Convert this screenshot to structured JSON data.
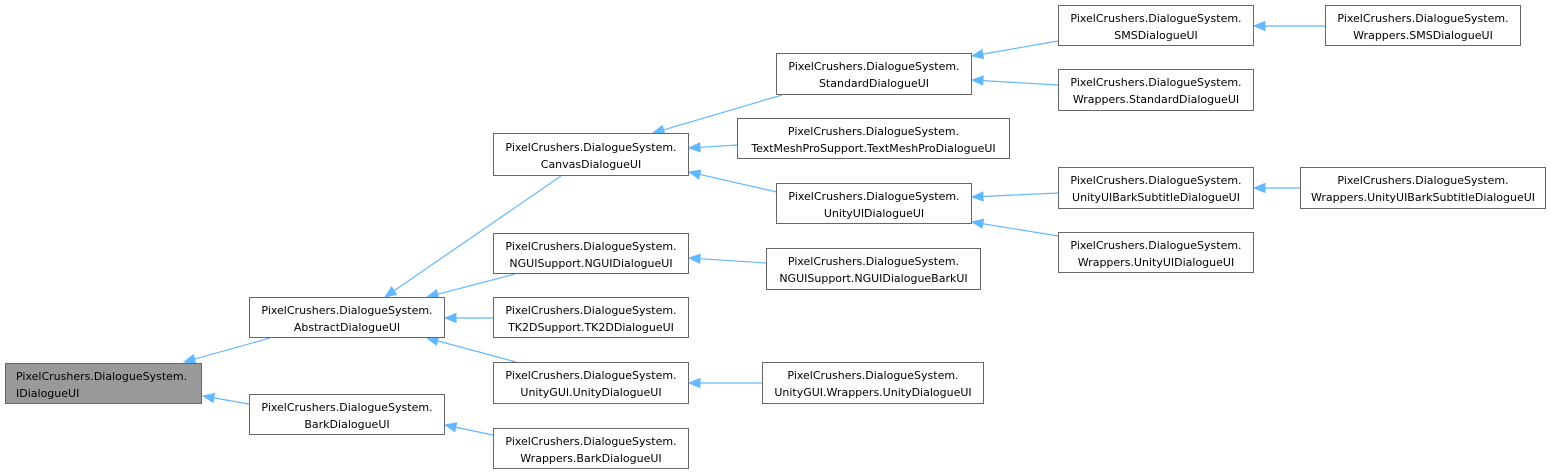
{
  "diagram": {
    "nodes": [
      {
        "id": "IDialogueUI",
        "line1": "PixelCrushers.DialogueSystem.",
        "line2": "IDialogueUI",
        "root": true
      },
      {
        "id": "AbstractDialogueUI",
        "line1": "PixelCrushers.DialogueSystem.",
        "line2": "AbstractDialogueUI"
      },
      {
        "id": "BarkDialogueUI",
        "line1": "PixelCrushers.DialogueSystem.",
        "line2": "BarkDialogueUI"
      },
      {
        "id": "CanvasDialogueUI",
        "line1": "PixelCrushers.DialogueSystem.",
        "line2": "CanvasDialogueUI"
      },
      {
        "id": "NGUIDialogueUI",
        "line1": "PixelCrushers.DialogueSystem.",
        "line2": "NGUISupport.NGUIDialogueUI"
      },
      {
        "id": "TK2DDialogueUI",
        "line1": "PixelCrushers.DialogueSystem.",
        "line2": "TK2DSupport.TK2DDialogueUI"
      },
      {
        "id": "UnityGUIDialogueUI",
        "line1": "PixelCrushers.DialogueSystem.",
        "line2": "UnityGUI.UnityDialogueUI"
      },
      {
        "id": "WrappersBarkDialogueUI",
        "line1": "PixelCrushers.DialogueSystem.",
        "line2": "Wrappers.BarkDialogueUI"
      },
      {
        "id": "StandardDialogueUI",
        "line1": "PixelCrushers.DialogueSystem.",
        "line2": "StandardDialogueUI"
      },
      {
        "id": "TextMeshProDialogueUI",
        "line1": "PixelCrushers.DialogueSystem.",
        "line2": "TextMeshProSupport.TextMeshProDialogueUI"
      },
      {
        "id": "UnityUIDialogueUI",
        "line1": "PixelCrushers.DialogueSystem.",
        "line2": "UnityUIDialogueUI"
      },
      {
        "id": "NGUIDialogueBarkUI",
        "line1": "PixelCrushers.DialogueSystem.",
        "line2": "NGUISupport.NGUIDialogueBarkUI"
      },
      {
        "id": "UnityGUIWrappersUnityDialogueUI",
        "line1": "PixelCrushers.DialogueSystem.",
        "line2": "UnityGUI.Wrappers.UnityDialogueUI"
      },
      {
        "id": "SMSDialogueUI",
        "line1": "PixelCrushers.DialogueSystem.",
        "line2": "SMSDialogueUI"
      },
      {
        "id": "WrappersStandardDialogueUI",
        "line1": "PixelCrushers.DialogueSystem.",
        "line2": "Wrappers.StandardDialogueUI"
      },
      {
        "id": "UnityUIBarkSubtitleDialogueUI",
        "line1": "PixelCrushers.DialogueSystem.",
        "line2": "UnityUIBarkSubtitleDialogueUI"
      },
      {
        "id": "WrappersUnityUIDialogueUI",
        "line1": "PixelCrushers.DialogueSystem.",
        "line2": "Wrappers.UnityUIDialogueUI"
      },
      {
        "id": "WrappersSMSDialogueUI",
        "line1": "PixelCrushers.DialogueSystem.",
        "line2": "Wrappers.SMSDialogueUI"
      },
      {
        "id": "WrappersUnityUIBarkSubtitleDialogueUI",
        "line1": "PixelCrushers.DialogueSystem.",
        "line2": "Wrappers.UnityUIBarkSubtitleDialogueUI"
      }
    ],
    "edges": [
      {
        "from": "AbstractDialogueUI",
        "to": "IDialogueUI"
      },
      {
        "from": "BarkDialogueUI",
        "to": "IDialogueUI"
      },
      {
        "from": "CanvasDialogueUI",
        "to": "AbstractDialogueUI"
      },
      {
        "from": "NGUIDialogueUI",
        "to": "AbstractDialogueUI"
      },
      {
        "from": "TK2DDialogueUI",
        "to": "AbstractDialogueUI"
      },
      {
        "from": "UnityGUIDialogueUI",
        "to": "AbstractDialogueUI"
      },
      {
        "from": "WrappersBarkDialogueUI",
        "to": "BarkDialogueUI"
      },
      {
        "from": "StandardDialogueUI",
        "to": "CanvasDialogueUI"
      },
      {
        "from": "TextMeshProDialogueUI",
        "to": "CanvasDialogueUI"
      },
      {
        "from": "UnityUIDialogueUI",
        "to": "CanvasDialogueUI"
      },
      {
        "from": "NGUIDialogueBarkUI",
        "to": "NGUIDialogueUI"
      },
      {
        "from": "UnityGUIWrappersUnityDialogueUI",
        "to": "UnityGUIDialogueUI"
      },
      {
        "from": "SMSDialogueUI",
        "to": "StandardDialogueUI"
      },
      {
        "from": "WrappersStandardDialogueUI",
        "to": "StandardDialogueUI"
      },
      {
        "from": "UnityUIBarkSubtitleDialogueUI",
        "to": "UnityUIDialogueUI"
      },
      {
        "from": "WrappersUnityUIDialogueUI",
        "to": "UnityUIDialogueUI"
      },
      {
        "from": "WrappersSMSDialogueUI",
        "to": "SMSDialogueUI"
      },
      {
        "from": "WrappersUnityUIBarkSubtitleDialogueUI",
        "to": "UnityUIBarkSubtitleDialogueUI"
      }
    ]
  },
  "colors": {
    "edge": "#63b8ff",
    "node_border": "#666666",
    "root_fill": "#999999",
    "node_fill": "#ffffff"
  }
}
